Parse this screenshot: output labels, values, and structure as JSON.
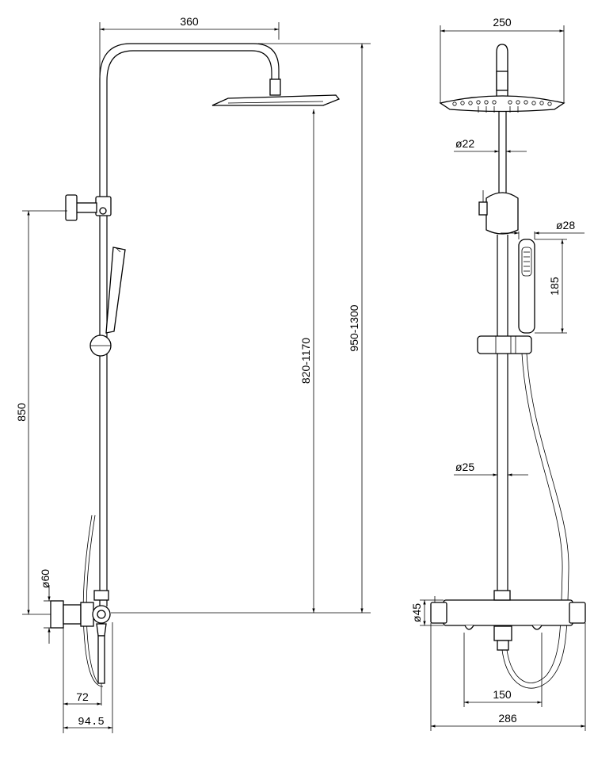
{
  "side_view": {
    "width_label": "360",
    "total_height_label": "950-1300",
    "head_height_label": "820-1170",
    "holder_height_label": "850",
    "wall_dia_label": "ø60",
    "offset_label": "72",
    "depth_label": "94.5"
  },
  "front_view": {
    "head_dia_label": "250",
    "arm_dia_label": "ø22",
    "handset_dia_label": "ø28",
    "handset_len_label": "185",
    "rail_dia_label": "ø25",
    "mixer_dia_label": "ø45",
    "centers_label": "150",
    "overall_width_label": "286"
  }
}
